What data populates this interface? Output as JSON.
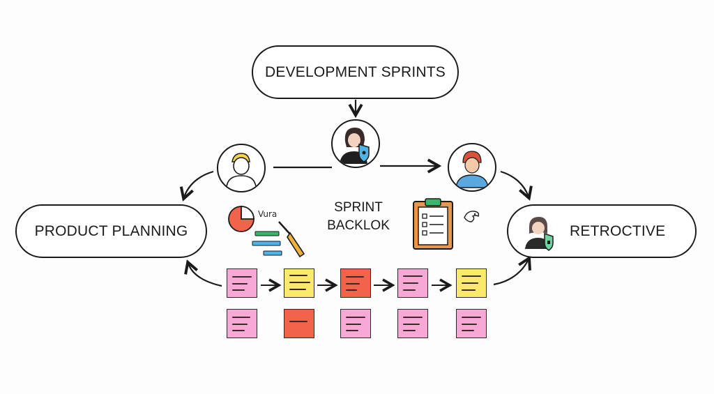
{
  "diagram": {
    "top_node": {
      "label": "DEVELOPMENT SPRINTS"
    },
    "left_node": {
      "label": "PRODUCT PLANNING"
    },
    "right_node": {
      "label": "RETROCTIVE"
    },
    "center_label": {
      "line1": "SPRINT",
      "line2": "BACKLOK"
    },
    "scribble_text": "Vura"
  },
  "icons": {
    "avatars": [
      "person-yellow-hair-icon",
      "person-shield-icon",
      "person-red-hair-icon"
    ],
    "retro_avatar": "person-dark-hair-shield-icon",
    "pie": "pie-chart-icon",
    "tool": "screwdriver-icon",
    "clipboard": "clipboard-checklist-icon",
    "doodle": "bird-doodle-icon"
  },
  "colors": {
    "pink": "#f7a8d4",
    "yellow": "#fbe96b",
    "red": "#f2634c",
    "ink": "#1a1a1a"
  },
  "sticky_notes": {
    "row1": [
      "pink",
      "yellow",
      "red",
      "pink",
      "yellow"
    ],
    "row2": [
      "pink",
      "red",
      "pink",
      "pink",
      "pink"
    ]
  }
}
